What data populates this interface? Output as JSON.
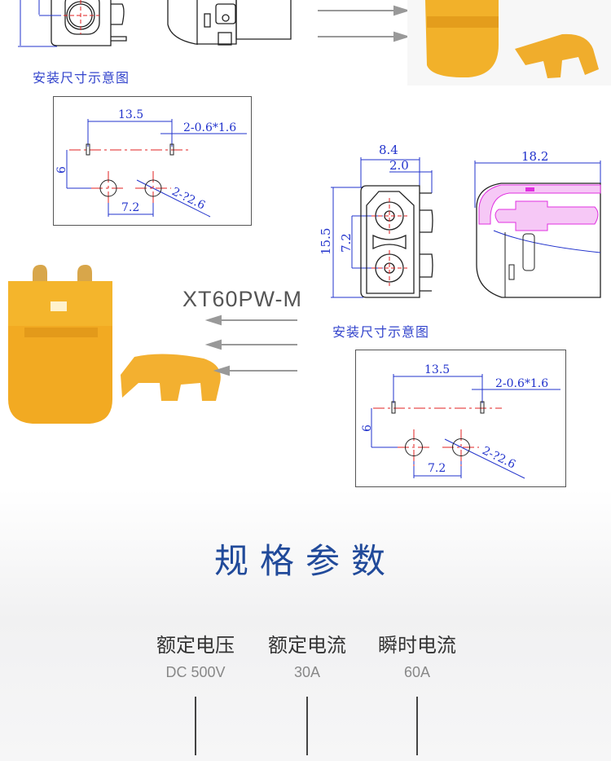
{
  "top_section": {
    "caption": "安装尺寸示意图"
  },
  "mounting": {
    "pitch": "13.5",
    "slot": "2-0.6*1.6",
    "offset": "6",
    "hole_pitch": "7.2",
    "hole_dia": "2-?2.6"
  },
  "model": {
    "name": "XT60PW-M"
  },
  "drawing": {
    "width": "8.4",
    "pin_offset": "2.0",
    "height": "15.5",
    "pin_pitch": "7.2",
    "length": "18.2"
  },
  "bottom_section": {
    "caption": "安装尺寸示意图"
  },
  "specs": {
    "title": "规格参数",
    "items": [
      {
        "label": "额定电压",
        "value": "DC 500V"
      },
      {
        "label": "额定电流",
        "value": "30A"
      },
      {
        "label": "瞬时电流",
        "value": "60A"
      }
    ]
  },
  "colors": {
    "dim_blue": "#2233cc",
    "center_red": "#e02020",
    "product_yellow": "#f2b12a",
    "title_blue": "#214a9a"
  }
}
